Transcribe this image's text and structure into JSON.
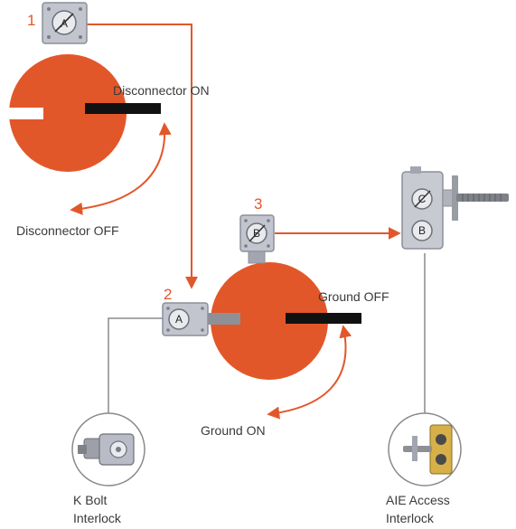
{
  "colors": {
    "accent": "#e2572a",
    "switch_body": "#e2572a",
    "plate": "#b9bcc6",
    "plate_border": "#8c8f99",
    "connector_line": "#8a8a8a",
    "bar": "#111111"
  },
  "steps": {
    "step1": "1",
    "step2": "2",
    "step3": "3"
  },
  "keys": {
    "key1": "A",
    "key2": "A",
    "key3": "B",
    "aie_top": "C",
    "aie_bottom": "B"
  },
  "labels": {
    "disconnector_on": "Disconnector ON",
    "disconnector_off": "Disconnector OFF",
    "ground_off": "Ground OFF",
    "ground_on": "Ground ON",
    "kbolt_line1": "K Bolt",
    "kbolt_line2": "Interlock",
    "aie_line1": "AIE Access",
    "aie_line2": "Interlock"
  },
  "icons": {
    "key_lock": "key-lock-icon",
    "k_bolt": "k-bolt-interlock-icon",
    "aie_access": "aie-access-interlock-icon"
  }
}
